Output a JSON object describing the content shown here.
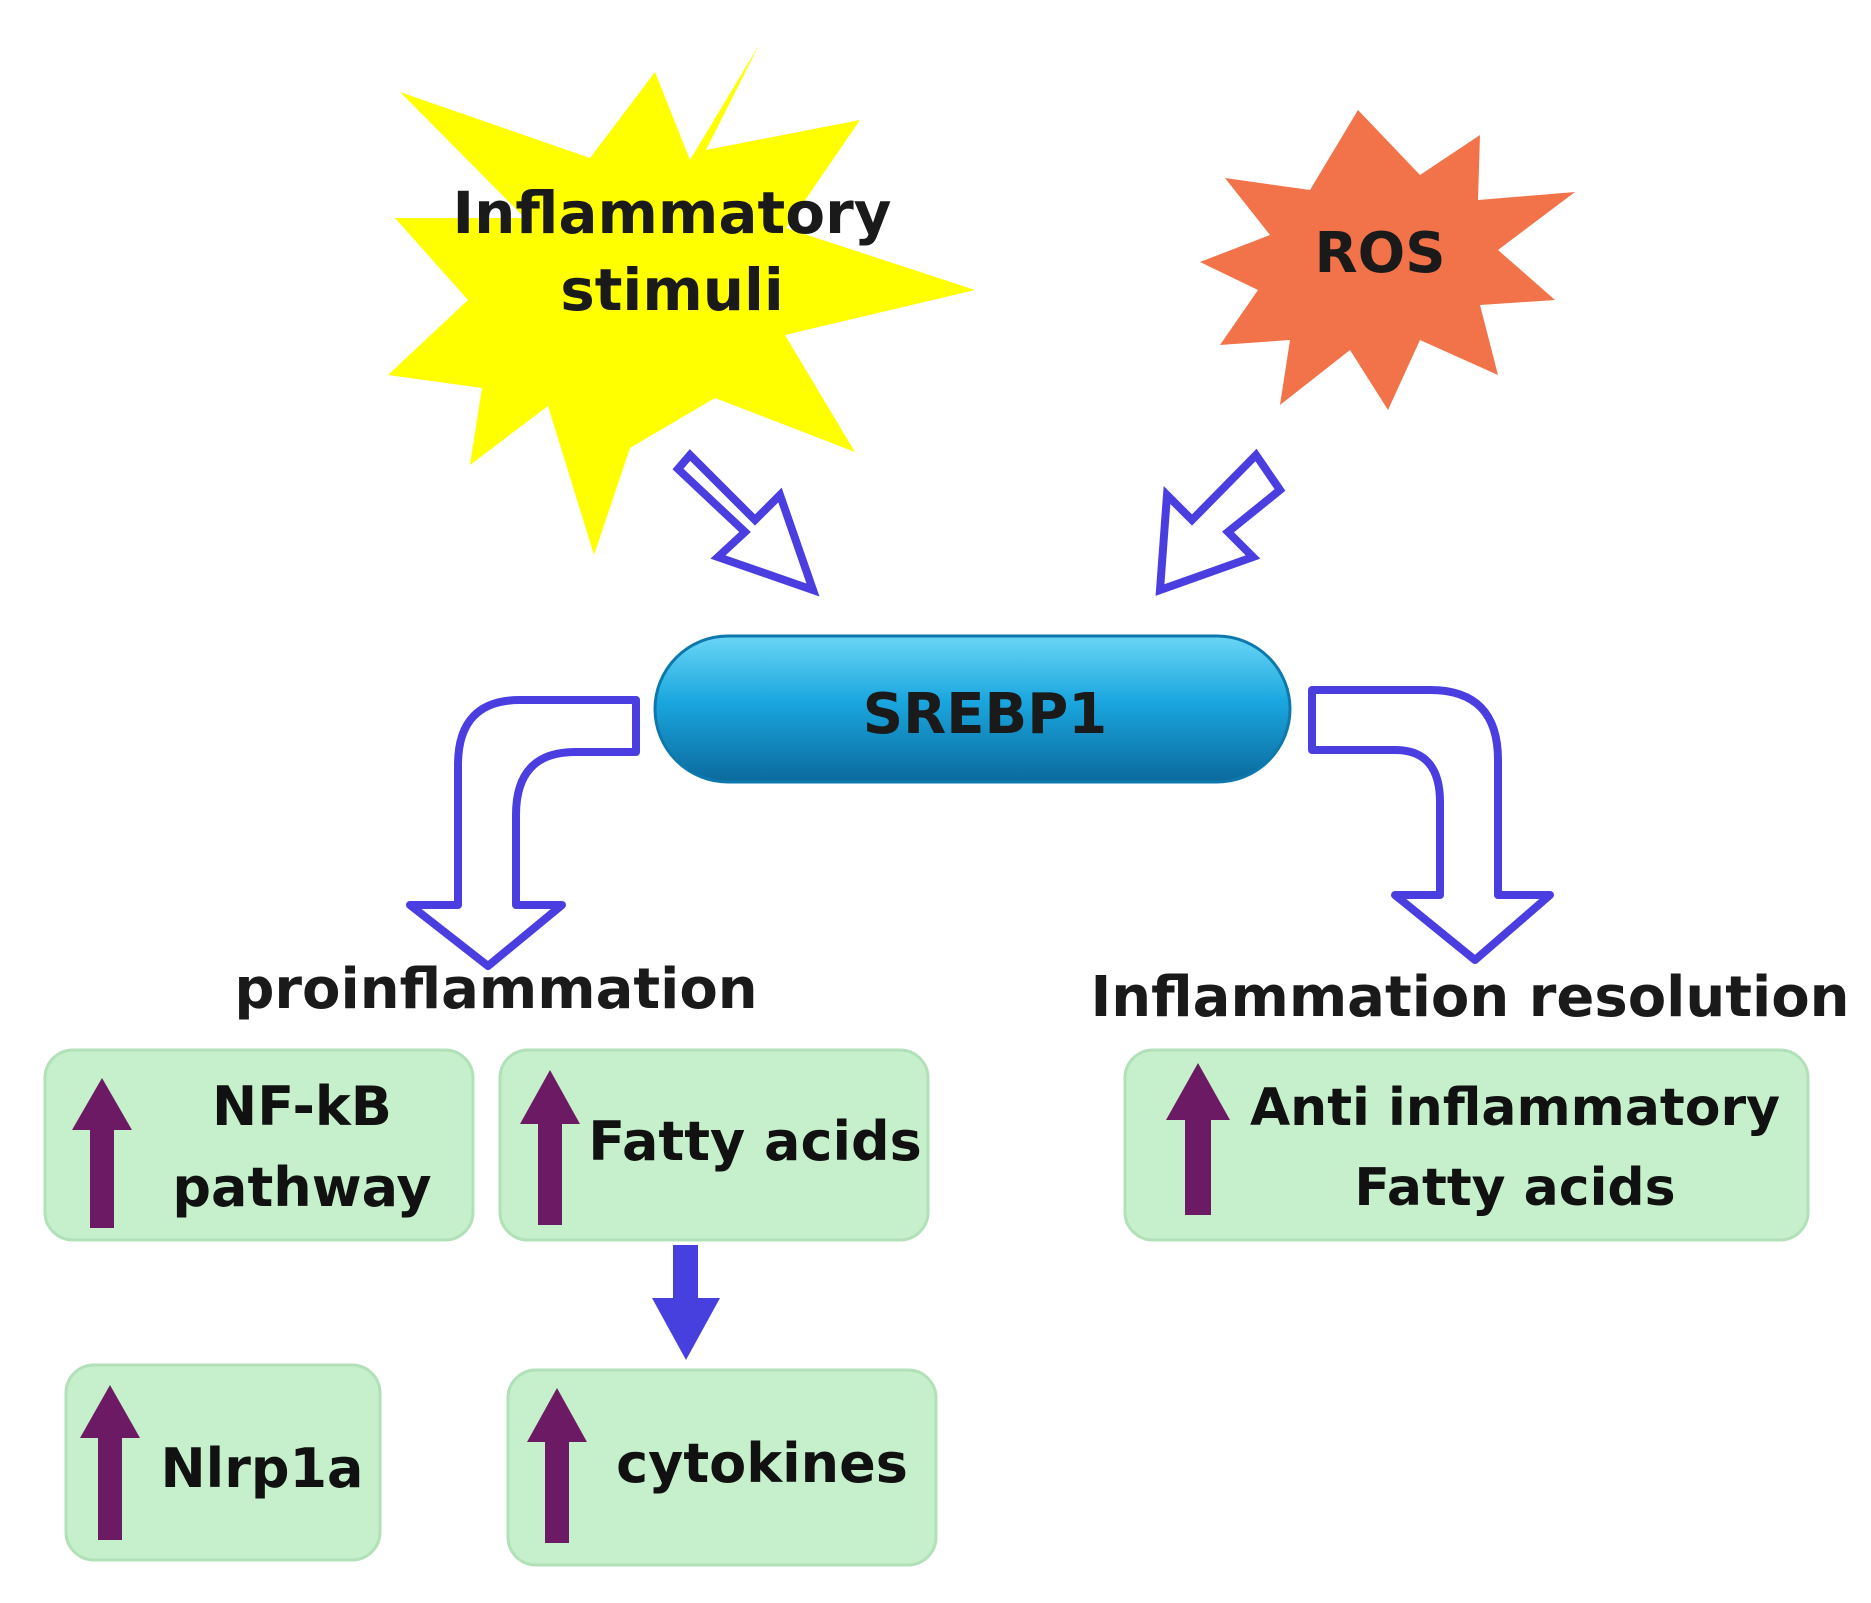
{
  "colors": {
    "inflammatory_star": "#ffff00",
    "ros_star": "#f2734a",
    "arrow_outline": "#4a3ee0",
    "arrow_solid": "#4840de",
    "box_fill": "#c5f0cb",
    "box_stroke": "#b2e0b8",
    "up_arrow": "#6b1a63",
    "srebp1_top": "#5fd0f2",
    "srebp1_mid": "#1aa3dc",
    "srebp1_bottom": "#0d6fa0"
  },
  "stimuli": {
    "inflammatory": {
      "line1": "Inflammatory",
      "line2": "stimuli"
    },
    "ros": {
      "label": "ROS"
    }
  },
  "center": {
    "label": "SREBP1"
  },
  "branches": {
    "left_title": "proinflammation",
    "right_title": "Inflammation resolution"
  },
  "boxes": {
    "nfkb": {
      "line1": "NF-kB",
      "line2": "pathway",
      "icon": "up-arrow-icon"
    },
    "fatty": {
      "label": "Fatty acids",
      "icon": "up-arrow-icon"
    },
    "nlrp": {
      "label": "Nlrp1a",
      "icon": "up-arrow-icon"
    },
    "cyto": {
      "label": "cytokines",
      "icon": "up-arrow-icon"
    },
    "anti": {
      "line1": "Anti inflammatory",
      "line2": "Fatty acids",
      "icon": "up-arrow-icon"
    }
  }
}
